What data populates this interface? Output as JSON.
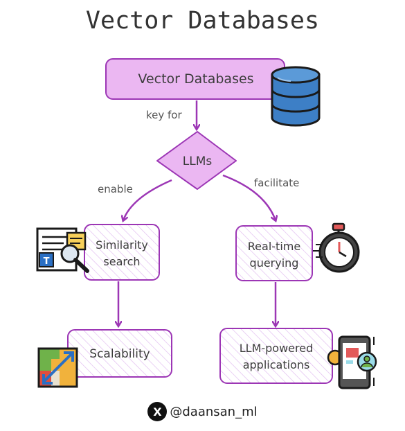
{
  "title": "Vector Databases",
  "nodes": {
    "vector_db": "Vector Databases",
    "llms": "LLMs",
    "similarity": [
      "Similarity",
      "search"
    ],
    "realtime": [
      "Real-time",
      "querying"
    ],
    "scalability": "Scalability",
    "llm_apps": [
      "LLM-powered",
      "applications"
    ]
  },
  "edges": {
    "key_for": "key for",
    "enable": "enable",
    "facilitate": "facilitate"
  },
  "footer": {
    "logo": "X",
    "handle": "@daansan_ml"
  },
  "colors": {
    "node_fill": "#ebb7f2",
    "node_stroke": "#9c36b5",
    "arrow": "#9c36b5",
    "hatch": "#e1bdf0",
    "db_blue": "#3d7fc6"
  },
  "icons": [
    "database-icon",
    "document-search-icon",
    "stopwatch-icon",
    "scale-chart-icon",
    "smartphone-settings-icon",
    "x-logo-icon"
  ]
}
